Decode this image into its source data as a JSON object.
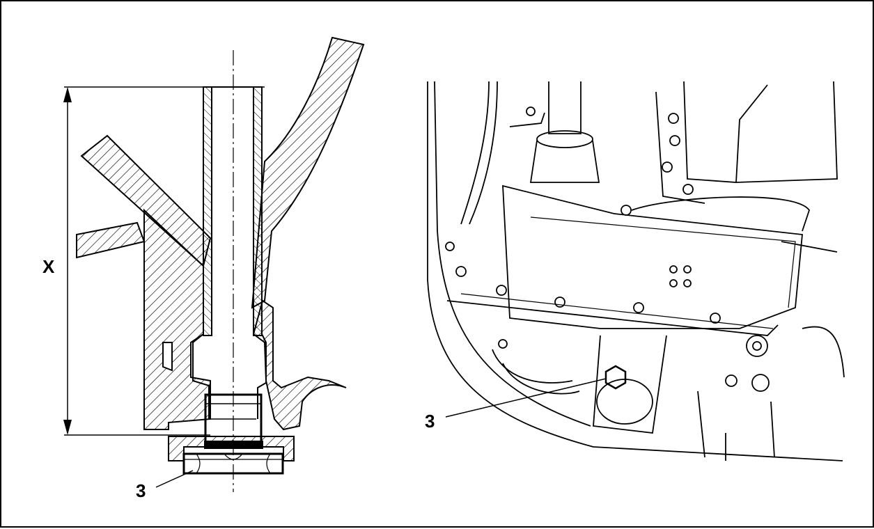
{
  "figure": {
    "left_labels": {
      "dimension": "X",
      "part": "3"
    },
    "right_labels": {
      "part": "3"
    }
  },
  "colors": {
    "line": "#000000",
    "background": "#ffffff"
  }
}
